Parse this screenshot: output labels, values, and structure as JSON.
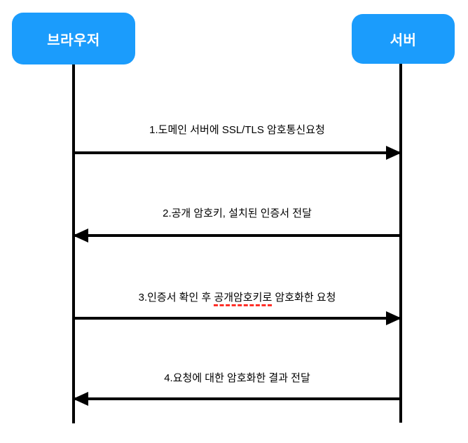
{
  "diagram": {
    "type": "sequence-diagram",
    "topic": "SSL/TLS handshake",
    "actors": [
      {
        "id": "browser",
        "label": "브라우저"
      },
      {
        "id": "server",
        "label": "서버"
      }
    ],
    "messages": [
      {
        "order": "1",
        "from": "browser",
        "to": "server",
        "direction": "right",
        "label": "1.도메인 서버에 SSL/TLS 암호통신요청"
      },
      {
        "order": "2",
        "from": "server",
        "to": "browser",
        "direction": "left",
        "label": "2.공개 암호키, 설치된 인증서 전달"
      },
      {
        "order": "3",
        "from": "browser",
        "to": "server",
        "direction": "right",
        "label_prefix": "3.인증서 확인 후 ",
        "label_misspelled": "공개암호키로",
        "label_suffix": " 암호화한 요청"
      },
      {
        "order": "4",
        "from": "server",
        "to": "browser",
        "direction": "left",
        "label": "4.요청에 대한 암호화한 결과 전달"
      }
    ],
    "colors": {
      "actor_fill": "#1b9cfc",
      "actor_text": "#ffffff",
      "line": "#000000",
      "background": "#ffffff",
      "spellcheck_underline": "#ff3028"
    }
  }
}
